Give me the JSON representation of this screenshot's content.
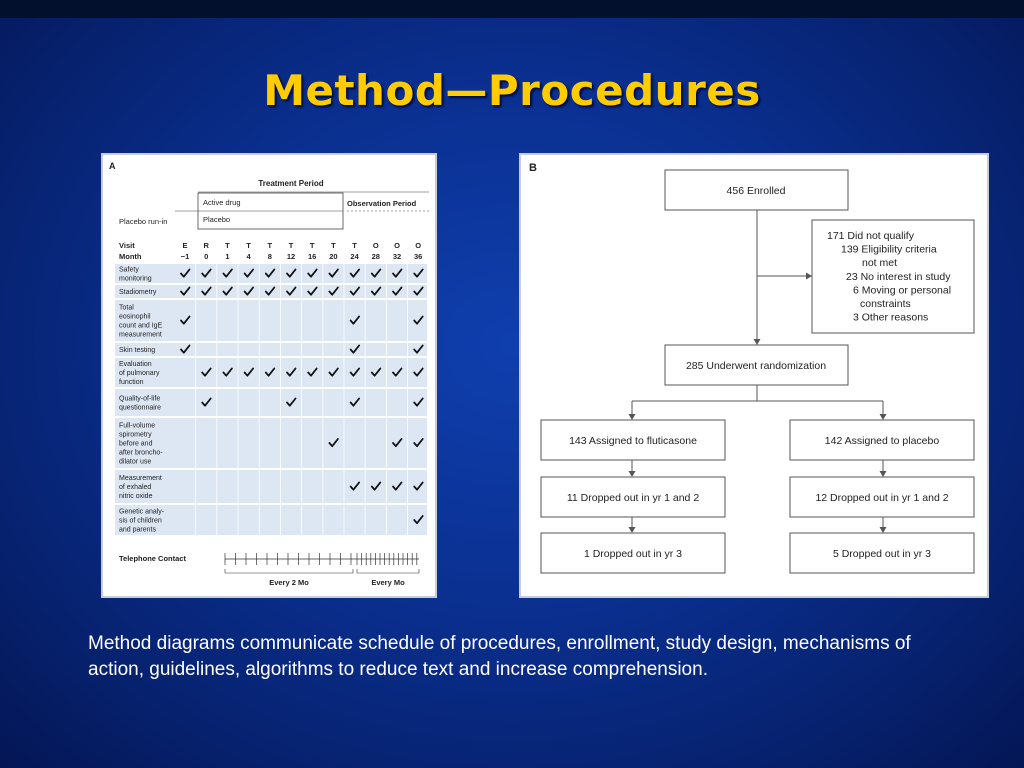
{
  "slide": {
    "title": "Method—Procedures",
    "caption": "Method diagrams communicate schedule of procedures, enrollment, study design, mechanisms of action, guidelines, algorithms to reduce text and increase comprehension."
  },
  "panel_a": {
    "label": "A",
    "treatment_period": "Treatment Period",
    "active_drug": "Active drug",
    "placebo": "Placebo",
    "placebo_run_in": "Placebo run-in",
    "observation_period": "Observation Period",
    "visit_label": "Visit",
    "month_label": "Month",
    "visits": [
      "E",
      "R",
      "T",
      "T",
      "T",
      "T",
      "T",
      "T",
      "T",
      "O",
      "O",
      "O"
    ],
    "months": [
      "−1",
      "0",
      "1",
      "4",
      "8",
      "12",
      "16",
      "20",
      "24",
      "28",
      "32",
      "36"
    ],
    "rows": [
      {
        "label": [
          "Safety",
          "monitoring"
        ],
        "checks": [
          1,
          1,
          1,
          1,
          1,
          1,
          1,
          1,
          1,
          1,
          1,
          1
        ]
      },
      {
        "label": [
          "Stadiometry"
        ],
        "checks": [
          1,
          1,
          1,
          1,
          1,
          1,
          1,
          1,
          1,
          1,
          1,
          1
        ]
      },
      {
        "label": [
          "Total",
          "eosinophil",
          "count and IgE",
          "measurement"
        ],
        "checks": [
          1,
          0,
          0,
          0,
          0,
          0,
          0,
          0,
          1,
          0,
          0,
          1
        ]
      },
      {
        "label": [
          "Skin testing"
        ],
        "checks": [
          1,
          0,
          0,
          0,
          0,
          0,
          0,
          0,
          1,
          0,
          0,
          1
        ]
      },
      {
        "label": [
          "Evaluation",
          "of pulmonary",
          "function"
        ],
        "checks": [
          0,
          1,
          1,
          1,
          1,
          1,
          1,
          1,
          1,
          1,
          1,
          1
        ]
      },
      {
        "label": [
          "Quality-of-life",
          "questionnaire"
        ],
        "checks": [
          0,
          1,
          0,
          0,
          0,
          1,
          0,
          0,
          1,
          0,
          0,
          1
        ]
      },
      {
        "label": [
          "Full-volume",
          "spirometry",
          "before and",
          "after broncho-",
          "dilator use"
        ],
        "checks": [
          0,
          0,
          0,
          0,
          0,
          0,
          0,
          1,
          0,
          0,
          1,
          1
        ]
      },
      {
        "label": [
          "Measurement",
          "of exhaled",
          "nitric oxide"
        ],
        "checks": [
          0,
          0,
          0,
          0,
          0,
          0,
          0,
          0,
          1,
          1,
          1,
          1
        ]
      },
      {
        "label": [
          "Genetic analy-",
          "sis of children",
          "and parents"
        ],
        "checks": [
          0,
          0,
          0,
          0,
          0,
          0,
          0,
          0,
          0,
          0,
          0,
          1
        ]
      }
    ],
    "telephone_contact": "Telephone Contact",
    "every_2_mo": "Every 2 Mo",
    "every_mo": "Every Mo"
  },
  "panel_b": {
    "label": "B",
    "enrolled": "456 Enrolled",
    "exclusion": [
      "171 Did not qualify",
      "139 Eligibility criteria",
      "not met",
      "23 No interest in study",
      "6 Moving or personal",
      "constraints",
      "3 Other reasons"
    ],
    "randomized": "285 Underwent randomization",
    "arm_left": [
      "143 Assigned to fluticasone",
      "11 Dropped out in yr 1 and 2",
      "1 Dropped out in yr 3"
    ],
    "arm_right": [
      "142 Assigned to placebo",
      "12 Dropped out in yr 1 and 2",
      "5 Dropped out in yr 3"
    ]
  },
  "colors": {
    "title": "#ffcc00",
    "row_shade": "#dde7f3",
    "check": "#111111"
  }
}
